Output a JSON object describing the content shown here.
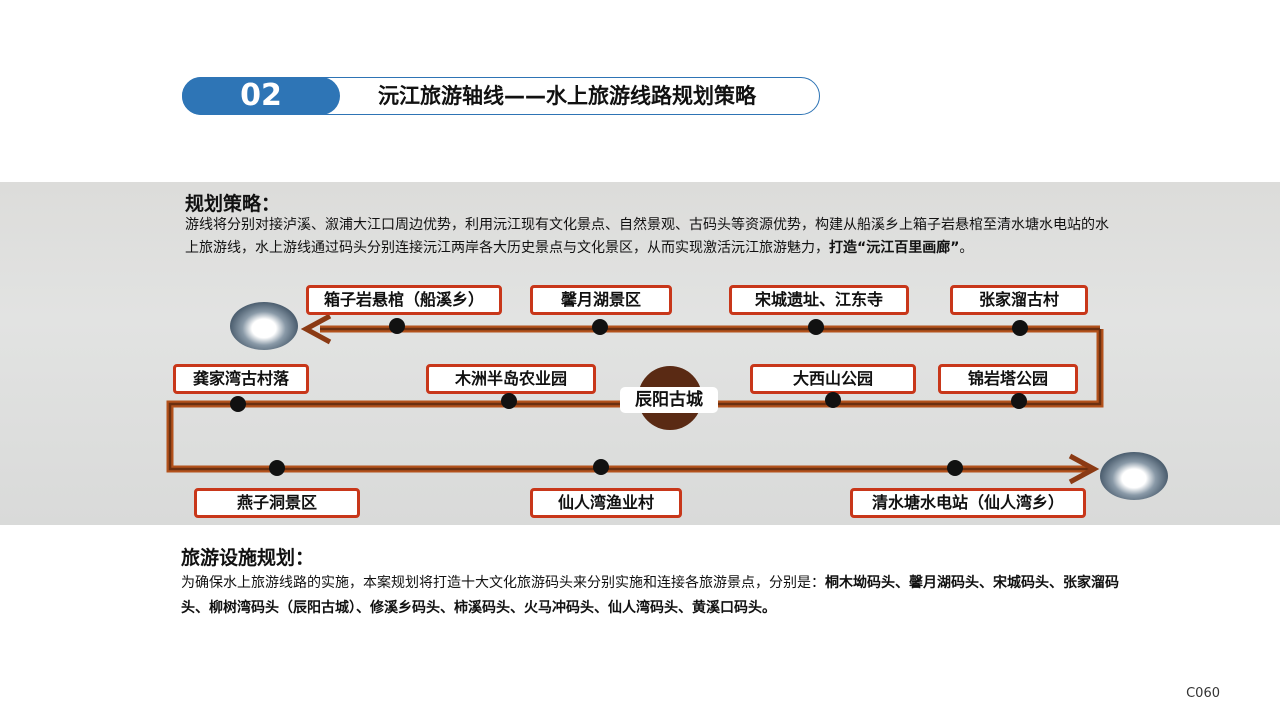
{
  "header": {
    "number": "02",
    "title": "沅江旅游轴线——水上旅游线路规划策略"
  },
  "strategy": {
    "title": "规划策略：",
    "text": "游线将分别对接泸溪、溆浦大江口周边优势，利用沅江现有文化景点、自然景观、古码头等资源优势，构建从船溪乡上箱子岩悬棺至清水塘水电站的水上旅游线，水上游线通过码头分别连接沅江两岸各大历史景点与文化景区，从而实现激活沅江旅游魅力，",
    "bold": "打造“沅江百里画廊”",
    "end": "。"
  },
  "route": {
    "row1": [
      "箱子岩悬棺（船溪乡）",
      "馨月湖景区",
      "宋城遗址、江东寺",
      "张家溜古村"
    ],
    "row2": [
      "龚家湾古村落",
      "木洲半岛农业园",
      "大西山公园",
      "锦岩塔公园"
    ],
    "row3": [
      "燕子洞景区",
      "仙人湾渔业村",
      "清水塘水电站（仙人湾乡）"
    ],
    "center": "辰阳古城"
  },
  "facilities": {
    "title": "旅游设施规划：",
    "text": "为确保水上旅游线路的实施，本案规划将打造十大文化旅游码头来分别实施和连接各旅游景点，分别是：",
    "bold": "桐木坳码头、馨月湖码头、宋城码头、张家溜码头、柳树湾码头（辰阳古城）、修溪乡码头、柿溪码头、火马冲码头、仙人湾码头、黄溪口码头。"
  },
  "page": "C060"
}
